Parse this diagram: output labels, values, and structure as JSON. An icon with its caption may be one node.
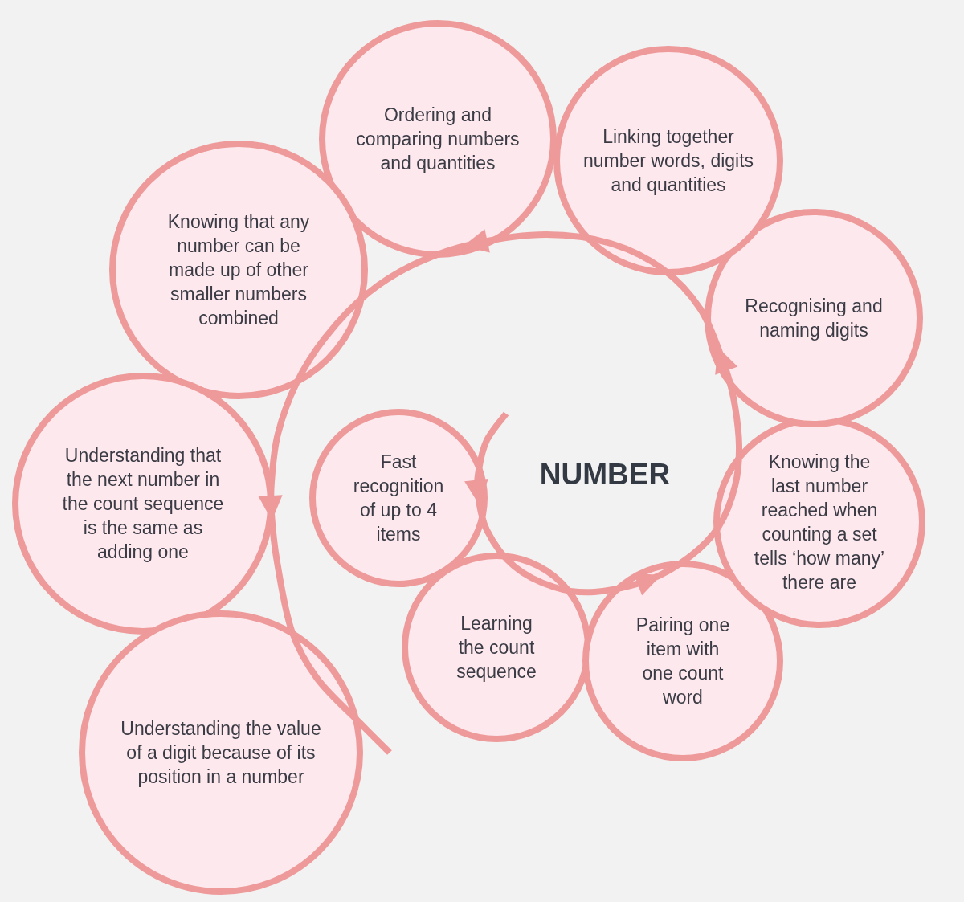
{
  "diagram": {
    "title": "NUMBER",
    "nodes": [
      {
        "text": [
          "Fast recognition of up to 4 items"
        ]
      },
      {
        "text": [
          "Learning the count sequence"
        ]
      },
      {
        "text": [
          "Pairing one item with one count word"
        ]
      },
      {
        "text": [
          "Knowing the last number reached when counting a set tells ‘how many’ there are"
        ]
      },
      {
        "text": [
          "Recognising and naming digits"
        ]
      },
      {
        "text": [
          "Linking together number words, digits and quantities"
        ]
      },
      {
        "text": [
          "Ordering and comparing numbers and quantities"
        ]
      },
      {
        "text": [
          "Knowing that any number can be made up of other smaller numbers combined"
        ]
      },
      {
        "text": [
          "Understanding that the next number in the count sequence is the same as adding one"
        ]
      },
      {
        "text": [
          "Understanding the value of a digit because of its position in a number"
        ]
      }
    ]
  }
}
